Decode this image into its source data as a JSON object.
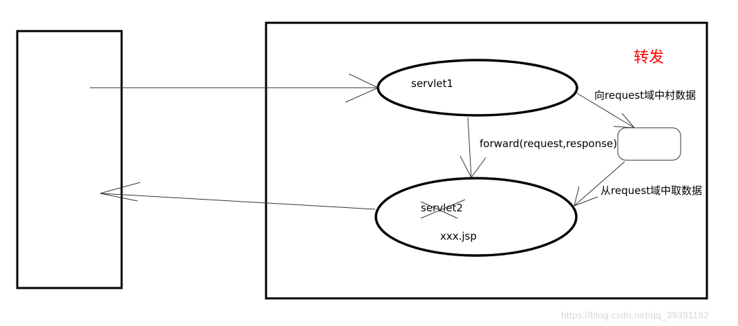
{
  "title": "转发",
  "nodes": {
    "servlet1": "servlet1",
    "servlet2": "servlet2",
    "jsp": "xxx.jsp"
  },
  "edges": {
    "forward": "forward(request,response)",
    "store": "向request域中村数据",
    "fetch": "从request域中取数据"
  },
  "watermark": "https://blog.csdn.net/qq_39391192",
  "colors": {
    "title": "#ff0000",
    "stroke": "#000000",
    "watermark": "#d9d9d9"
  }
}
